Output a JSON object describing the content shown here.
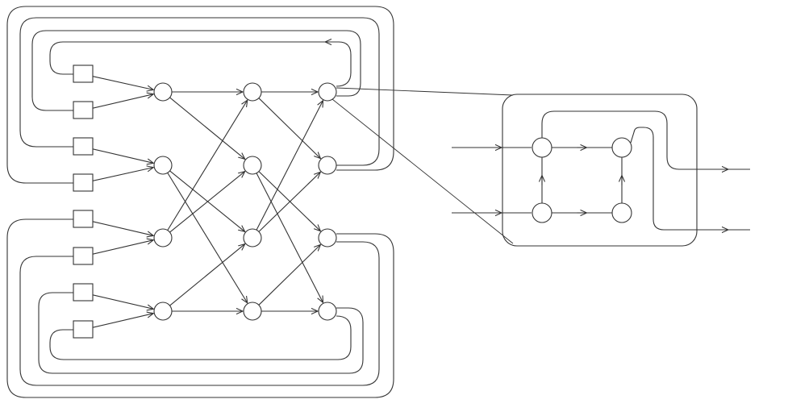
{
  "diagram": {
    "type": "network-diagram",
    "stroke_color": "#333333",
    "background": "#ffffff",
    "labels": [],
    "inputs": [
      "in-1",
      "in-2",
      "in-3",
      "in-4",
      "in-5",
      "in-6",
      "in-7",
      "in-8"
    ],
    "columns": [
      [
        "a1",
        "a2",
        "a3",
        "a4"
      ],
      [
        "b1",
        "b2",
        "b3",
        "b4"
      ],
      [
        "c1",
        "c2",
        "c3",
        "c4"
      ]
    ],
    "edges": [
      [
        "in-1",
        "a1"
      ],
      [
        "in-2",
        "a1"
      ],
      [
        "in-3",
        "a2"
      ],
      [
        "in-4",
        "a2"
      ],
      [
        "in-5",
        "a3"
      ],
      [
        "in-6",
        "a3"
      ],
      [
        "in-7",
        "a4"
      ],
      [
        "in-8",
        "a4"
      ],
      [
        "a1",
        "b1"
      ],
      [
        "a1",
        "b2"
      ],
      [
        "a2",
        "b3"
      ],
      [
        "a2",
        "b4"
      ],
      [
        "a3",
        "b1"
      ],
      [
        "a3",
        "b2"
      ],
      [
        "a4",
        "b3"
      ],
      [
        "a4",
        "b4"
      ],
      [
        "b1",
        "c1"
      ],
      [
        "b1",
        "c2"
      ],
      [
        "b2",
        "c3"
      ],
      [
        "b2",
        "c4"
      ],
      [
        "b3",
        "c1"
      ],
      [
        "b3",
        "c2"
      ],
      [
        "b4",
        "c3"
      ],
      [
        "b4",
        "c4"
      ]
    ],
    "zoom_of": "c1",
    "detail": {
      "nodes": [
        "d1",
        "d2",
        "d3",
        "d4"
      ],
      "edges": [
        [
          "d3",
          "d1"
        ],
        [
          "d4",
          "d2"
        ],
        [
          "d1",
          "d2"
        ],
        [
          "d3",
          "d4"
        ]
      ]
    }
  }
}
